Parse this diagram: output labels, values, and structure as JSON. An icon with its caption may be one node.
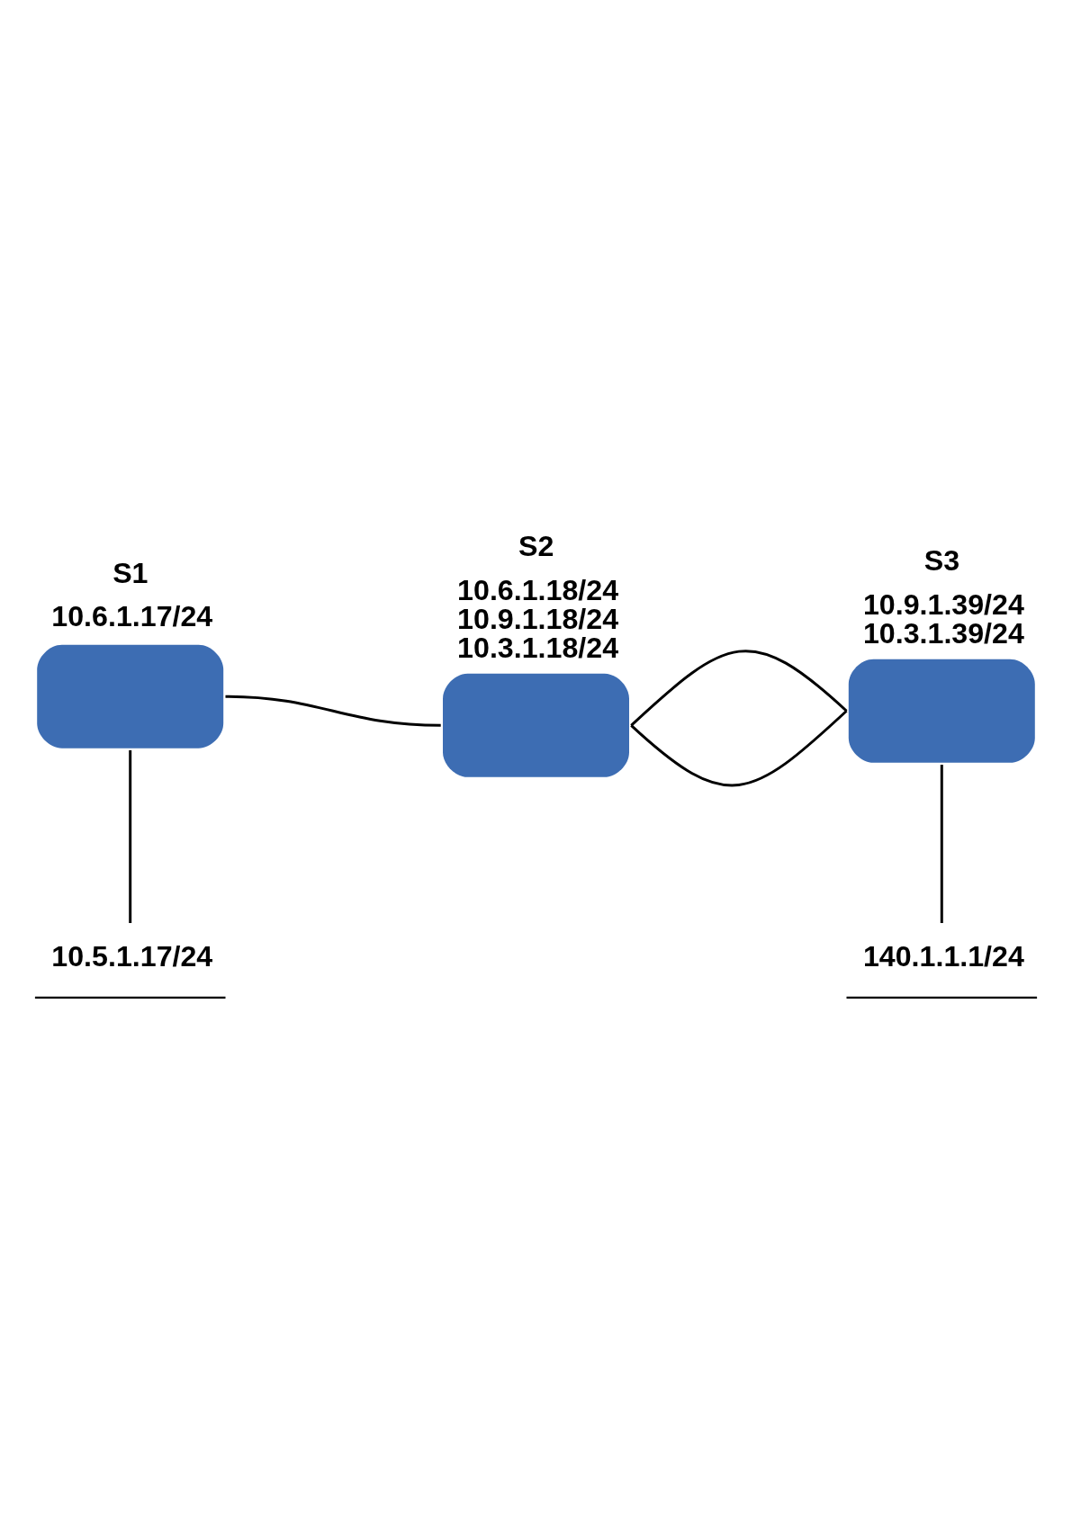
{
  "diagram": {
    "nodes": [
      {
        "text": [
          "S1"
        ],
        "beside": [
          "10.6.1.17/24"
        ]
      },
      {
        "text": [
          "S2"
        ],
        "beside": [
          "10.6.1.18/24",
          "10.9.1.18/24",
          "10.3.1.18/24"
        ]
      },
      {
        "text": [
          "S3"
        ],
        "beside": [
          "10.9.1.39/24",
          "10.3.1.39/24"
        ]
      },
      {
        "text": [
          "10.5.1.17/24"
        ]
      },
      {
        "text": [
          "140.1.1.1/24"
        ]
      }
    ],
    "edges": [
      {
        "from": 0,
        "to": 1,
        "arrow": "none"
      },
      {
        "from": 1,
        "to": 2,
        "arrow": "none"
      },
      {
        "from": 1,
        "to": 2,
        "arrow": "none"
      },
      {
        "from": 0,
        "to": 3,
        "arrow": "none"
      },
      {
        "from": 2,
        "to": 4,
        "arrow": "none"
      }
    ]
  }
}
